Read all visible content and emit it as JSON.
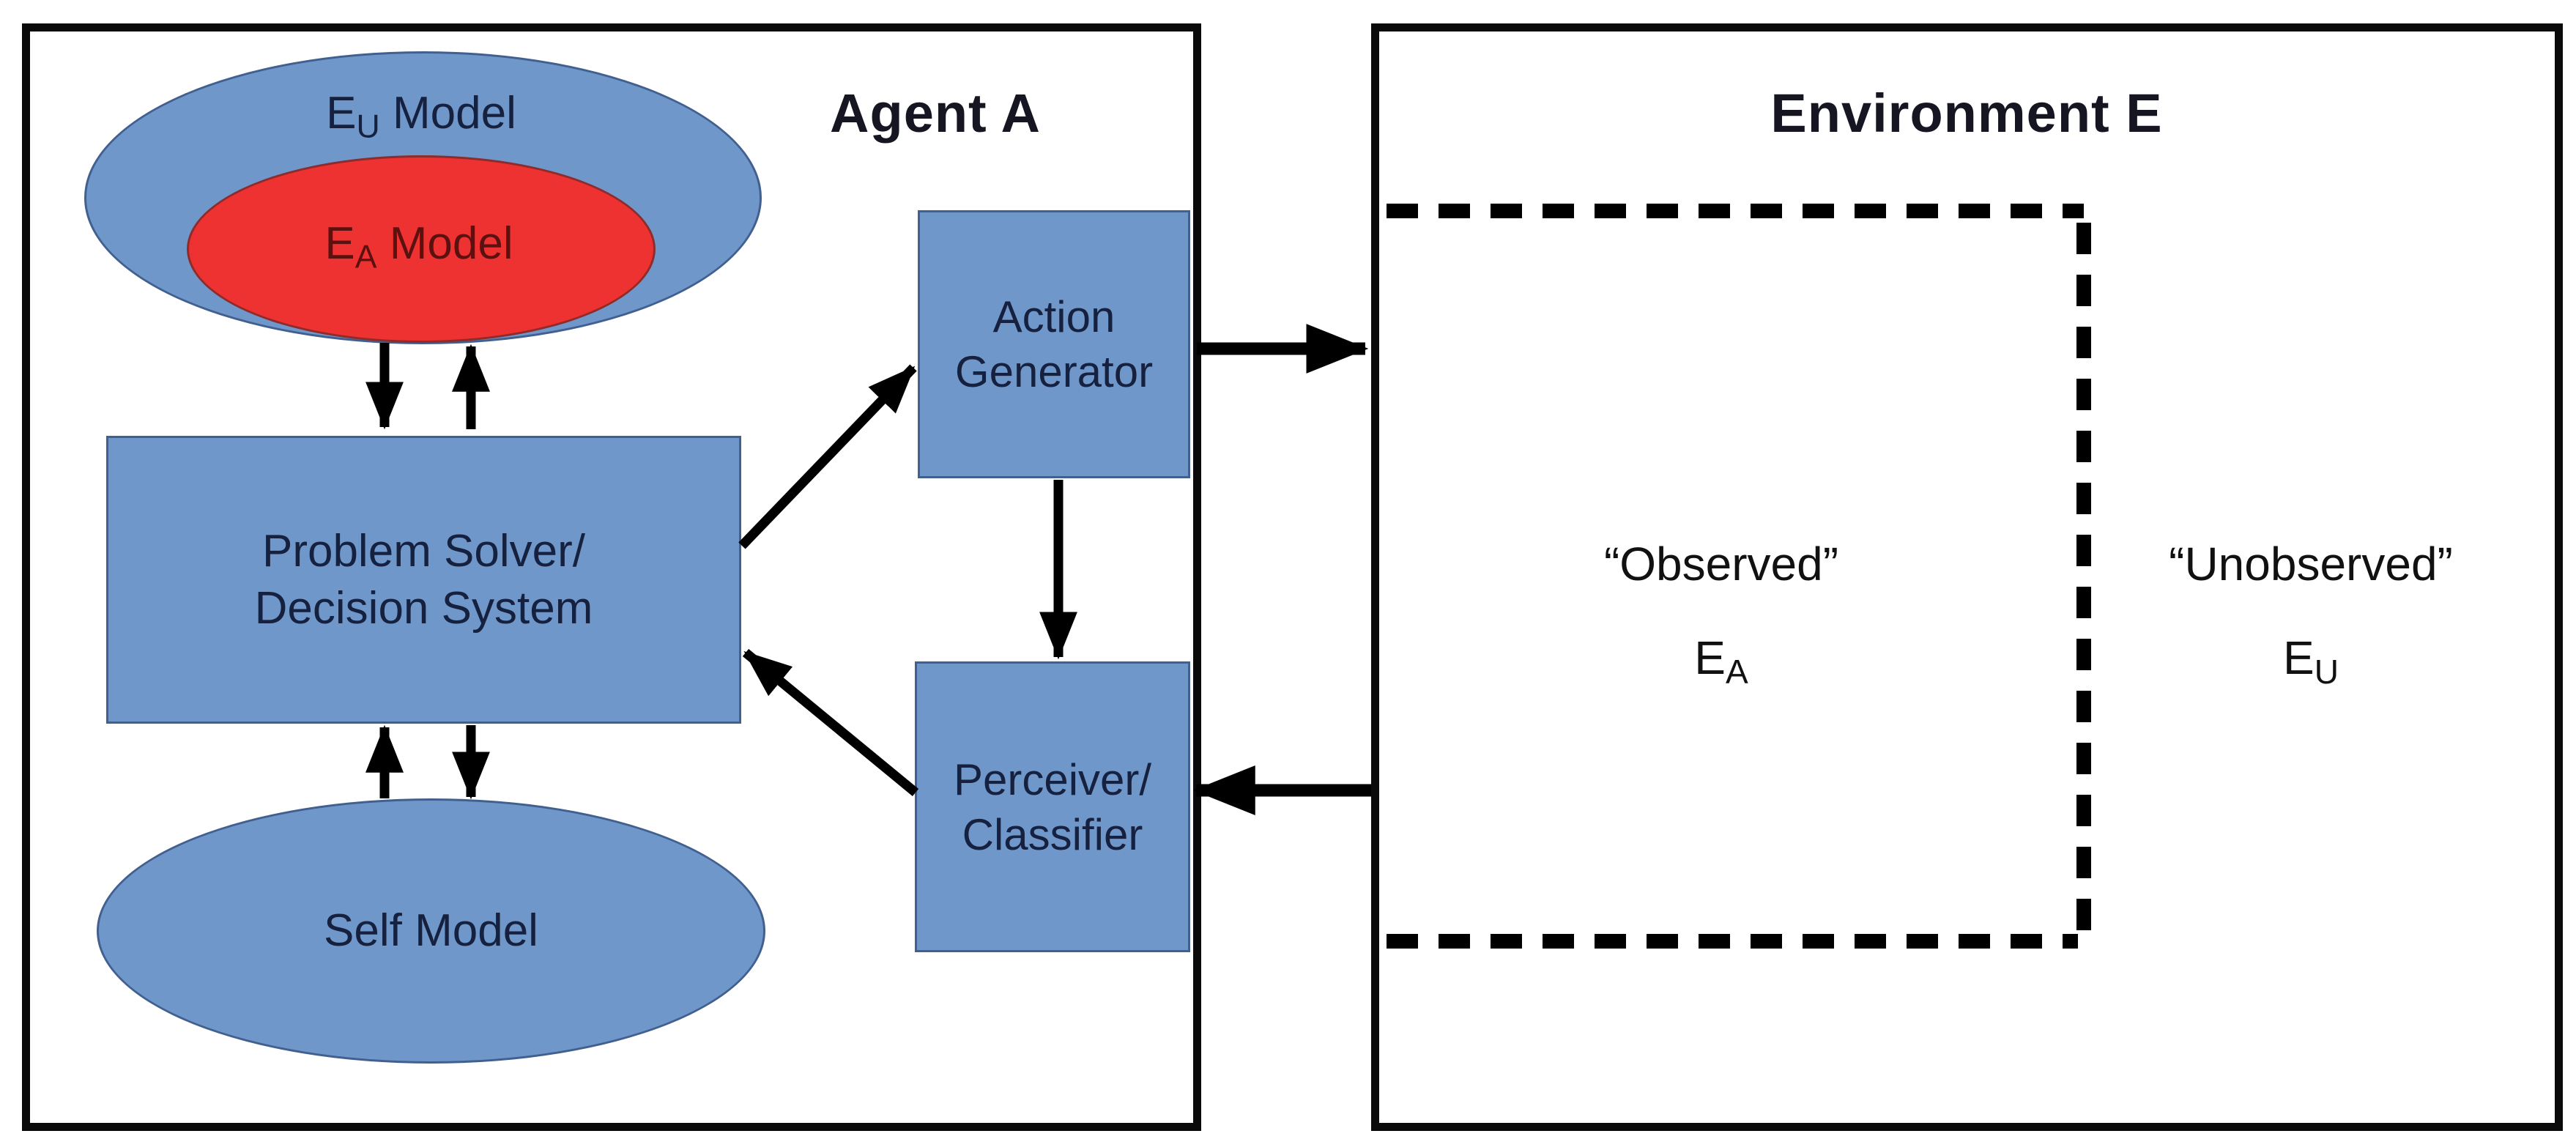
{
  "agent": {
    "title": "Agent A",
    "eu_model": {
      "pre": "E",
      "sub": "U",
      "post": " Model"
    },
    "ea_model": {
      "pre": "E",
      "sub": "A",
      "post": " Model"
    },
    "problem_solver": {
      "line1": "Problem Solver/",
      "line2": "Decision System"
    },
    "self_model": "Self Model",
    "action_generator": {
      "line1": "Action",
      "line2": "Generator"
    },
    "perceiver": {
      "line1": "Perceiver/",
      "line2": "Classifier"
    }
  },
  "environment": {
    "title": "Environment E",
    "observed": {
      "label": "“Observed”",
      "pre": "E",
      "sub": "A"
    },
    "unobserved": {
      "label": "“Unobserved”",
      "pre": "E",
      "sub": "U"
    }
  },
  "colors": {
    "shape_blue": "#7097ca",
    "shape_blue_border": "#41608f",
    "shape_red": "#ee3231",
    "shape_red_border": "#8e2b2b",
    "text_navy": "#15213f",
    "text_maroon": "#5c1111",
    "text_black": "#111111",
    "frame_black": "#0a0a0a",
    "arrow_black": "#000000",
    "canvas_bg": "#ffffff"
  },
  "edges": [
    {
      "from": "ea-model-ellipse",
      "to": "problem-solver-box",
      "style": "arrow"
    },
    {
      "from": "problem-solver-box",
      "to": "ea-model-ellipse",
      "style": "arrow"
    },
    {
      "from": "self-model-ellipse",
      "to": "problem-solver-box",
      "style": "arrow"
    },
    {
      "from": "problem-solver-box",
      "to": "self-model-ellipse",
      "style": "arrow"
    },
    {
      "from": "problem-solver-box",
      "to": "action-generator-box",
      "style": "arrow"
    },
    {
      "from": "action-generator-box",
      "to": "perceiver-classifier-box",
      "style": "arrow"
    },
    {
      "from": "perceiver-classifier-box",
      "to": "problem-solver-box",
      "style": "arrow"
    },
    {
      "from": "action-generator-box",
      "to": "environment-box",
      "style": "arrow-thick"
    },
    {
      "from": "environment-box",
      "to": "perceiver-classifier-box",
      "style": "arrow-thick"
    },
    {
      "from": "observed-region-boundary",
      "to": "environment-box",
      "style": "dashed"
    }
  ]
}
